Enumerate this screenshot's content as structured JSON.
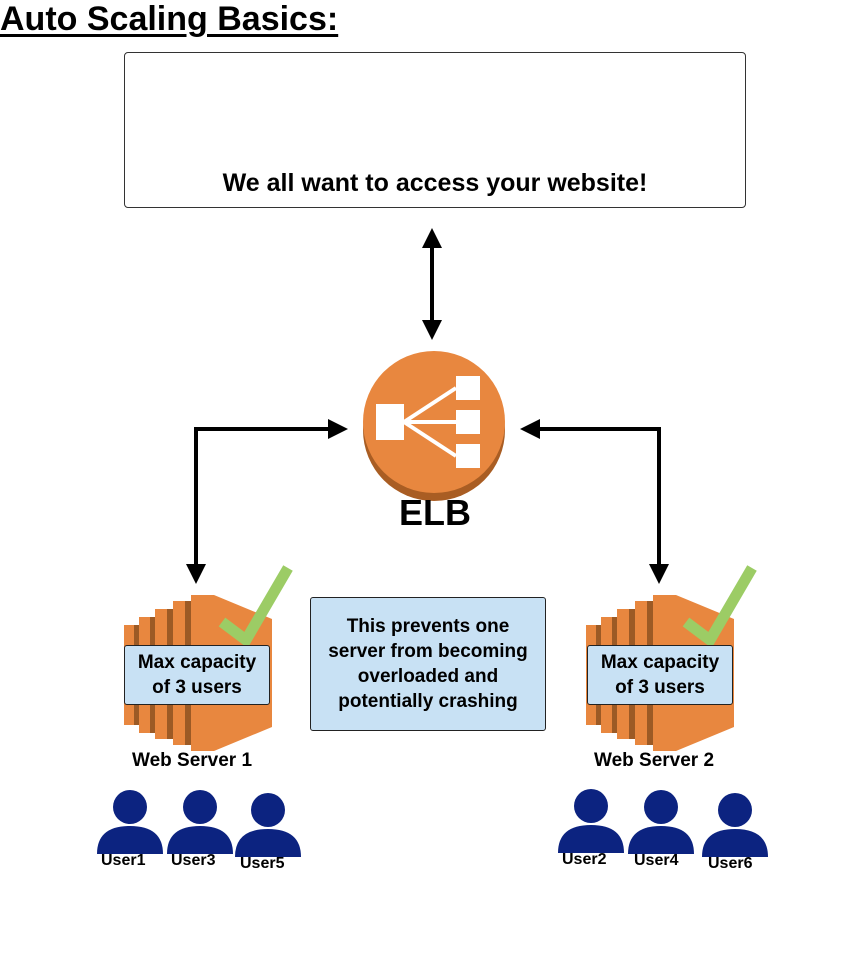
{
  "title": "Auto Scaling Basics:",
  "website_box": {
    "text": "We all want to access your website!"
  },
  "elb": {
    "label": "ELB",
    "color": "#e8873f",
    "shadow_color": "#a95d23",
    "icon": "load-balancer-icon"
  },
  "servers": [
    {
      "label": "Web Server 1",
      "capacity_line1": "Max capacity",
      "capacity_line2": "of 3 users",
      "status_icon": "check-icon",
      "users": [
        "User1",
        "User3",
        "User5"
      ]
    },
    {
      "label": "Web Server 2",
      "capacity_line1": "Max capacity",
      "capacity_line2": "of 3 users",
      "status_icon": "check-icon",
      "users": [
        "User2",
        "User4",
        "User6"
      ]
    }
  ],
  "note": {
    "text": "This prevents one server from becoming overloaded and potentially crashing"
  },
  "colors": {
    "server_orange": "#e8873f",
    "server_dark": "#9c5a25",
    "check_green": "#9ccc65",
    "user_blue": "#0c2380",
    "box_fill": "#c8e1f4"
  }
}
